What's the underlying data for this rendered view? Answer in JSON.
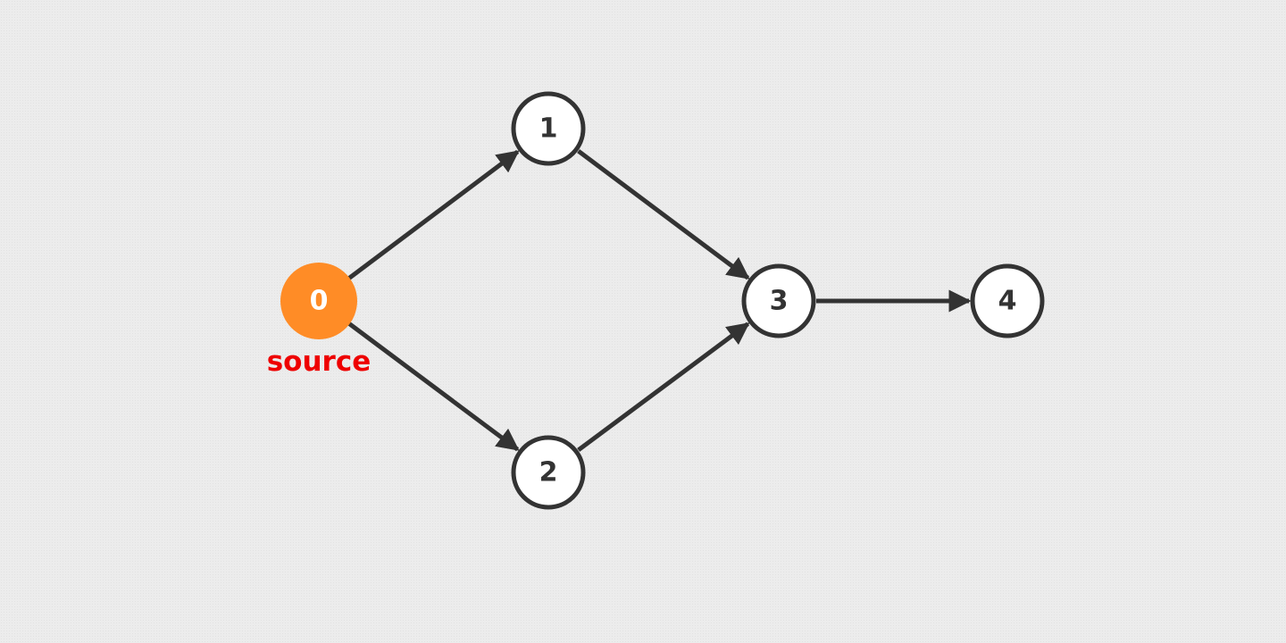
{
  "graph": {
    "nodes": [
      {
        "id": "0",
        "label": "0",
        "highlight": true
      },
      {
        "id": "1",
        "label": "1",
        "highlight": false
      },
      {
        "id": "2",
        "label": "2",
        "highlight": false
      },
      {
        "id": "3",
        "label": "3",
        "highlight": false
      },
      {
        "id": "4",
        "label": "4",
        "highlight": false
      }
    ],
    "edges": [
      {
        "from": "0",
        "to": "1"
      },
      {
        "from": "0",
        "to": "2"
      },
      {
        "from": "1",
        "to": "3"
      },
      {
        "from": "2",
        "to": "3"
      },
      {
        "from": "3",
        "to": "4"
      }
    ],
    "source_node": "0",
    "source_label": "source"
  },
  "colors": {
    "background": "#ececec",
    "stroke": "#333333",
    "node_fill": "#ffffff",
    "node_text": "#333333",
    "highlight_fill": "#ff8c26",
    "highlight_text": "#ffffff",
    "source_label": "#ee0000"
  }
}
